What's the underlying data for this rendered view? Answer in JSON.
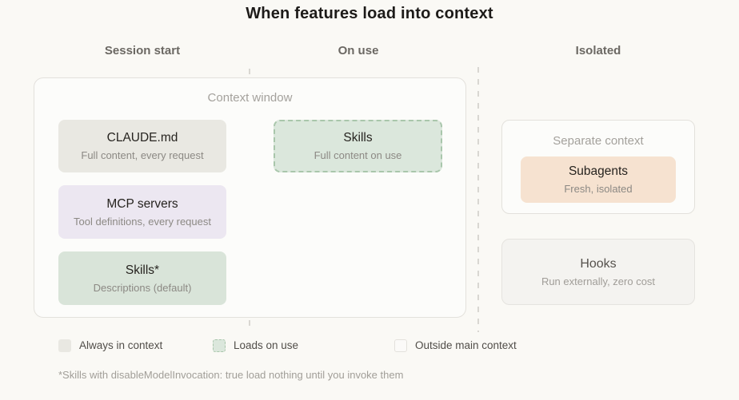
{
  "title": "When features load into context",
  "columns": {
    "session_start": "Session start",
    "on_use": "On use",
    "isolated": "Isolated"
  },
  "context_window": {
    "label": "Context window",
    "items": [
      {
        "title": "CLAUDE.md",
        "subtitle": "Full content, every request",
        "bg": "#e9e8e2"
      },
      {
        "title": "MCP servers",
        "subtitle": "Tool definitions, every request",
        "bg": "#ece7f1"
      },
      {
        "title": "Skills*",
        "subtitle": "Descriptions (default)",
        "bg": "#d9e4d9"
      }
    ]
  },
  "on_use_box": {
    "title": "Skills",
    "subtitle": "Full content on use",
    "bg": "#dbe7dc",
    "border": "#a9c6ab"
  },
  "separate_context": {
    "label": "Separate context",
    "item": {
      "title": "Subagents",
      "subtitle": "Fresh, isolated",
      "bg": "#f6e2d0"
    }
  },
  "hooks_box": {
    "title": "Hooks",
    "subtitle": "Run externally, zero cost",
    "bg": "#f4f3f0"
  },
  "legend": {
    "always": "Always in context",
    "loads_on_use": "Loads on use",
    "outside": "Outside main context"
  },
  "footnote": "*Skills with disableModelInvocation: true load nothing until you invoke them",
  "colors": {
    "page_background": "#faf9f5",
    "panel_background": "#fcfcfa",
    "panel_border": "#e3e1dc",
    "divider_dash": "#d9d7d2",
    "always_in_context": "#e9e8e2",
    "mcp_servers": "#ece7f1",
    "skills_green": "#d9e4d9",
    "loads_on_use_fill": "#dbe7dc",
    "loads_on_use_border": "#a9c6ab",
    "subagents_peach": "#f6e2d0",
    "hooks_gray": "#f4f3f0",
    "title_text": "#1d1b19",
    "header_text": "#6b6863",
    "muted_label": "#a4a19c",
    "subtitle_text": "#8c8984",
    "footnote_text": "#a19e98"
  }
}
